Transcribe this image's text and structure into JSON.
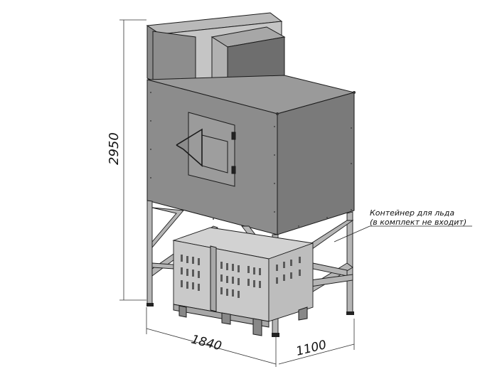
{
  "dimensions": {
    "height": "2950",
    "width": "1840",
    "depth": "1100"
  },
  "callout": {
    "line1": "Контейнер для льда",
    "line2": "(в комплект не входит)"
  },
  "colors": {
    "panel_front": "#8c8c8c",
    "panel_side": "#7a7a7a",
    "top_box": "#8a8a8a",
    "frame": "#b5b5b5",
    "crate": "#c9c9c9",
    "line": "#1a1a1a"
  }
}
